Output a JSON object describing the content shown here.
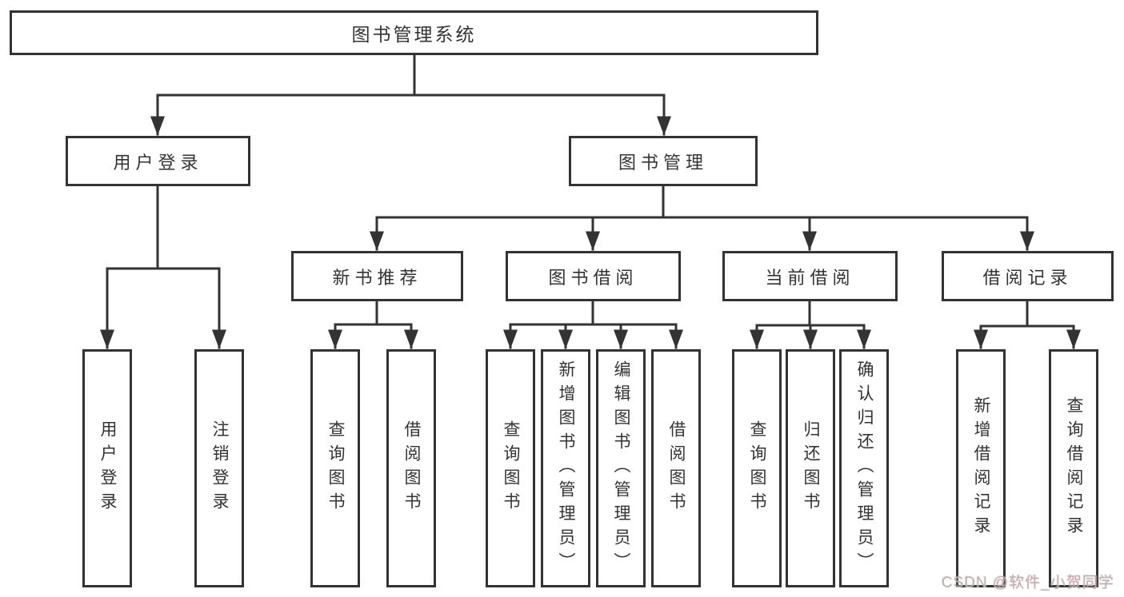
{
  "diagram_title": "图书管理系统",
  "root": {
    "label": "图书管理系统"
  },
  "level2": [
    {
      "label": "用户登录"
    },
    {
      "label": "图书管理"
    }
  ],
  "level3": [
    {
      "label": "新书推荐",
      "parent": "图书管理"
    },
    {
      "label": "图书借阅",
      "parent": "图书管理"
    },
    {
      "label": "当前借阅",
      "parent": "图书管理"
    },
    {
      "label": "借阅记录",
      "parent": "图书管理"
    }
  ],
  "leaves": [
    {
      "label": "用户登录",
      "parent": "用户登录"
    },
    {
      "label": "注销登录",
      "parent": "用户登录"
    },
    {
      "label": "查询图书",
      "parent": "新书推荐"
    },
    {
      "label": "借阅图书",
      "parent": "新书推荐"
    },
    {
      "label": "查询图书",
      "parent": "图书借阅"
    },
    {
      "label": "新增图书（管理员）",
      "parent": "图书借阅"
    },
    {
      "label": "编辑图书（管理员）",
      "parent": "图书借阅"
    },
    {
      "label": "借阅图书",
      "parent": "图书借阅"
    },
    {
      "label": "查询图书",
      "parent": "当前借阅"
    },
    {
      "label": "归还图书",
      "parent": "当前借阅"
    },
    {
      "label": "确认归还（管理员）",
      "parent": "当前借阅"
    },
    {
      "label": "新增借阅记录",
      "parent": "借阅记录"
    },
    {
      "label": "查询借阅记录",
      "parent": "借阅记录"
    }
  ],
  "watermark": "CSDN @软件_小贺同学",
  "colors": {
    "line": "#333333",
    "text": "#333333",
    "box_background": "#ffffff",
    "watermark_text": "#b0b0b0"
  }
}
